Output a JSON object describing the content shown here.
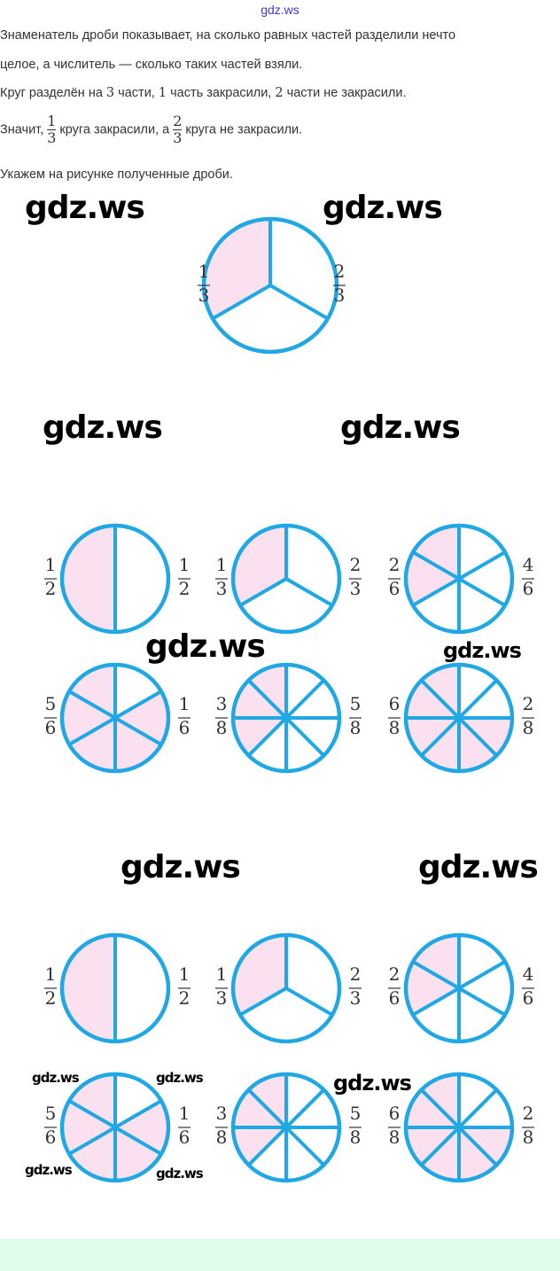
{
  "watermark": "gdz.ws",
  "text": {
    "line1": "Знаменатель дроби показывает, на сколько равных частей разделили нечто",
    "line2": "целое, а числитель — сколько таких частей взяли.",
    "line3_a": "Круг разделён на ",
    "line3_n1": "3",
    "line3_b": " части, ",
    "line3_n2": "1",
    "line3_c": " часть закрасили, ",
    "line3_n3": "2",
    "line3_d": " части не закрасили.",
    "line4_a": "Значит,",
    "line4_f1_num": "1",
    "line4_f1_den": "3",
    "line4_b": "круга закрасили, а",
    "line4_f2_num": "2",
    "line4_f2_den": "3",
    "line4_c": "круга не закрасили.",
    "line5": "Укажем на рисунке полученные дроби."
  },
  "colors": {
    "stroke": "#1fa8e3",
    "fill": "#fbe0f0",
    "text": "#333333"
  },
  "circles": [
    {
      "group": "main",
      "parts": 3,
      "shaded": 1,
      "left": [
        "1",
        "3"
      ],
      "right": [
        "2",
        "3"
      ]
    },
    {
      "group": "set1",
      "parts": 2,
      "shaded": 1,
      "left": [
        "1",
        "2"
      ],
      "right": [
        "1",
        "2"
      ]
    },
    {
      "group": "set1",
      "parts": 3,
      "shaded": 1,
      "left": [
        "1",
        "3"
      ],
      "right": [
        "2",
        "3"
      ]
    },
    {
      "group": "set1",
      "parts": 6,
      "shaded": 2,
      "left": [
        "2",
        "6"
      ],
      "right": [
        "4",
        "6"
      ]
    },
    {
      "group": "set1",
      "parts": 6,
      "shaded": 5,
      "left": [
        "5",
        "6"
      ],
      "right": [
        "1",
        "6"
      ]
    },
    {
      "group": "set1",
      "parts": 8,
      "shaded": 3,
      "left": [
        "3",
        "8"
      ],
      "right": [
        "5",
        "8"
      ]
    },
    {
      "group": "set1",
      "parts": 8,
      "shaded": 6,
      "left": [
        "6",
        "8"
      ],
      "right": [
        "2",
        "8"
      ]
    },
    {
      "group": "set2",
      "parts": 2,
      "shaded": 1,
      "left": [
        "1",
        "2"
      ],
      "right": [
        "1",
        "2"
      ]
    },
    {
      "group": "set2",
      "parts": 3,
      "shaded": 1,
      "left": [
        "1",
        "3"
      ],
      "right": [
        "2",
        "3"
      ]
    },
    {
      "group": "set2",
      "parts": 6,
      "shaded": 2,
      "left": [
        "2",
        "6"
      ],
      "right": [
        "4",
        "6"
      ]
    },
    {
      "group": "set2",
      "parts": 6,
      "shaded": 5,
      "left": [
        "5",
        "6"
      ],
      "right": [
        "1",
        "6"
      ]
    },
    {
      "group": "set2",
      "parts": 8,
      "shaded": 3,
      "left": [
        "3",
        "8"
      ],
      "right": [
        "5",
        "8"
      ]
    },
    {
      "group": "set2",
      "parts": 8,
      "shaded": 6,
      "left": [
        "6",
        "8"
      ],
      "right": [
        "2",
        "8"
      ]
    }
  ]
}
